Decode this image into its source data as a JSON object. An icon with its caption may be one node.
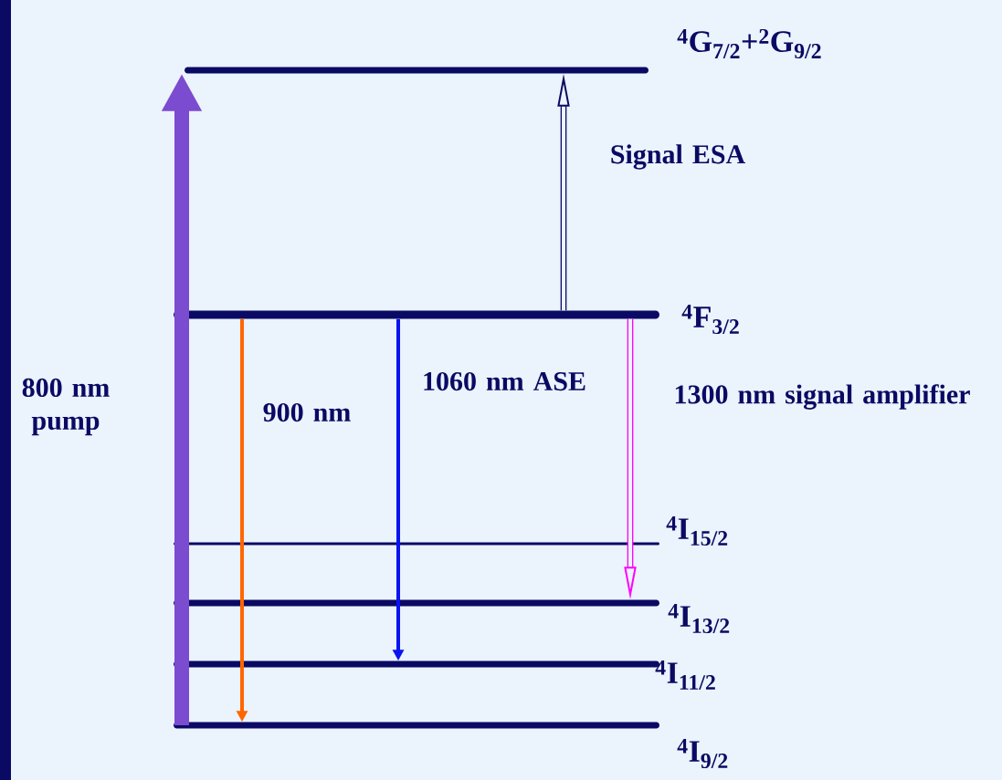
{
  "diagram": {
    "nodes": [
      {
        "text": [],
        "shape": "bar",
        "beside": [
          "$^{4}$G$_{7/2}$+$^{2}$G$_{9/2}$"
        ]
      },
      {
        "text": [],
        "shape": "bar",
        "beside": [
          "$^{4}$F$_{3/2}$"
        ]
      },
      {
        "text": [],
        "shape": "bar",
        "beside": [
          "$^{4}$I$_{15/2}$"
        ]
      },
      {
        "text": [],
        "shape": "bar",
        "beside": [
          "$^{4}$I$_{13/2}$"
        ]
      },
      {
        "text": [],
        "shape": "bar",
        "beside": [
          "$^{4}$I$_{11/2}$"
        ]
      },
      {
        "text": [],
        "shape": "bar",
        "beside": [
          "$^{4}$I$_{9/2}$"
        ]
      }
    ],
    "edges": [
      {
        "from": 5,
        "to": 0,
        "arrow": "to",
        "label": "800 nm pump",
        "style": "thick",
        "color": "#7b4bd0"
      },
      {
        "from": 1,
        "to": 0,
        "arrow": "to",
        "label": "Signal ESA",
        "color": "#0a0a64"
      },
      {
        "from": 1,
        "to": 5,
        "arrow": "to",
        "label": "900 nm",
        "color": "#ff6600"
      },
      {
        "from": 1,
        "to": 4,
        "arrow": "to",
        "label": "1060 nm ASE",
        "color": "#0a14f0"
      },
      {
        "from": 1,
        "to": 3,
        "arrow": "to",
        "label": "1300 nm signal amplifier",
        "color": "#ff00ff"
      }
    ]
  }
}
